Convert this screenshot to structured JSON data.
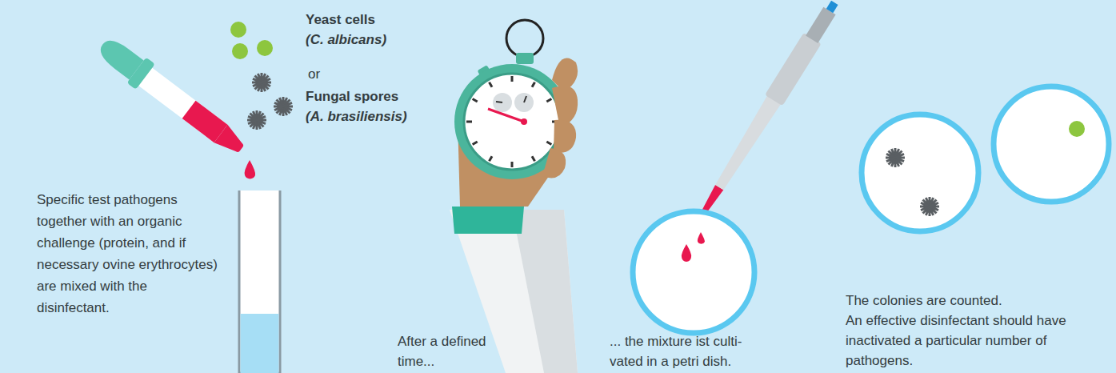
{
  "diagram": {
    "labels": [
      "Yeast cells",
      "(C. albicans)",
      "or",
      "Fungal spores",
      "(A. brasiliensis)",
      "Specific test pathogens together with an organic challenge (protein, and if necessary ovine erythrocytes) are mixed with the disinfectant.",
      "After a defined time...",
      "... the mixture ist culti- vated in a petri dish.",
      "The colonies are counted.",
      "An effective disinfectant should have inactivated a particular number of pathogens."
    ]
  }
}
